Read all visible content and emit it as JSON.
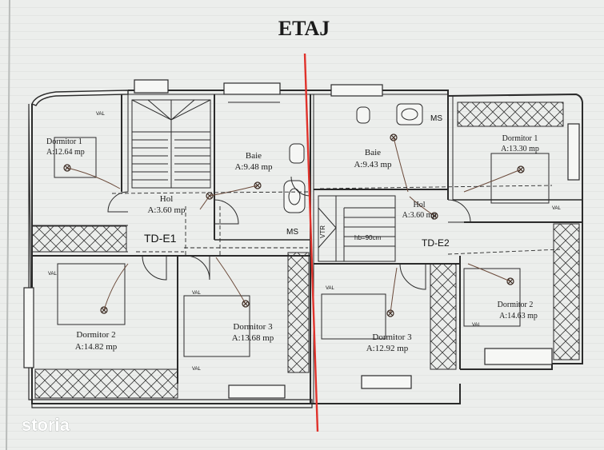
{
  "title": "ETAJ",
  "watermark": "storia",
  "rooms_left": [
    {
      "id": "dormitor1",
      "name": "Dormitor 1",
      "area": "A:12.64 mp"
    },
    {
      "id": "baie",
      "name": "Baie",
      "area": "A:9.48 mp"
    },
    {
      "id": "hol",
      "name": "Hol",
      "area": "A:3.60 mp"
    },
    {
      "id": "dormitor2",
      "name": "Dormitor 2",
      "area": "A:14.82 mp"
    },
    {
      "id": "dormitor3",
      "name": "Dormitor 3",
      "area": "A:13.68 mp"
    }
  ],
  "rooms_right": [
    {
      "id": "baie",
      "name": "Baie",
      "area": "A:9.43 mp"
    },
    {
      "id": "dormitor1",
      "name": "Dormitor 1",
      "area": "A:13.30 mp"
    },
    {
      "id": "hol",
      "name": "Hol",
      "area": "A:3.60 mp"
    },
    {
      "id": "dormitor2",
      "name": "Dormitor 2",
      "area": "A:14.63 mp"
    },
    {
      "id": "dormitor3",
      "name": "Dormitor 3",
      "area": "A:12.92 mp"
    }
  ],
  "labels": {
    "ms_left": "MS",
    "ms_right": "MS",
    "td_left": "TD-E1",
    "td_right": "TD-E2",
    "stair_note": "hb=90cm",
    "stair_code": "VTR",
    "val": "VAL"
  },
  "colors": {
    "paper": "#eceeec",
    "line": "#2b2b2b",
    "wire": "#6b4a3a",
    "divider": "#e0322b"
  }
}
